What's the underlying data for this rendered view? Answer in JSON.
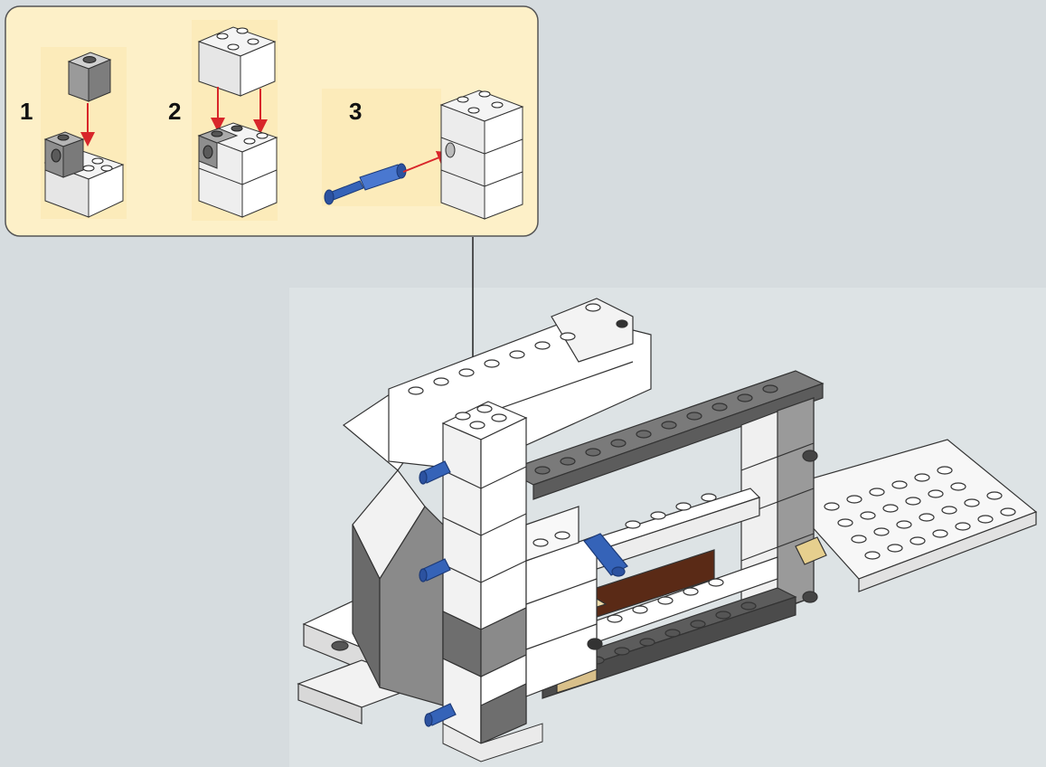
{
  "callout": {
    "steps": [
      {
        "number": "1"
      },
      {
        "number": "2"
      },
      {
        "number": "3"
      }
    ]
  },
  "colors": {
    "background": "#d6dcdf",
    "callout_fill": "#fdf0c8",
    "arrow_red": "#d8262a",
    "brick_white": "#ffffff",
    "brick_light_gray": "#bdbdbd",
    "brick_dark_gray": "#6e6e6e",
    "pin_blue": "#3563b8",
    "tile_tan": "#e6cf8e",
    "plate_brown": "#5a2a16"
  },
  "icons": [
    "technic-brick-icon",
    "brick-2x2-icon",
    "brick-1x2-icon",
    "technic-pin-icon",
    "assembly-arrow-icon"
  ]
}
